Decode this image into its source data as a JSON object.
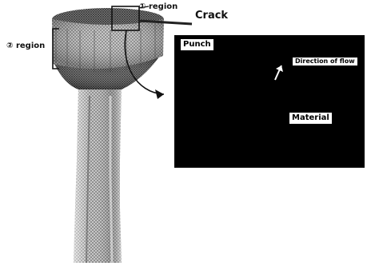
{
  "labels": {
    "region1": "① region",
    "region2": "② region",
    "crack": "Crack",
    "punch": "Punch",
    "direction_of_flow": "Direction of flow",
    "material": "Material"
  },
  "colors": {
    "inset_background": "#000000",
    "mesh_dark": "#3a3a3a",
    "mesh_light": "#a8a8a8",
    "label_background": "#ffffff",
    "crack_marker": "#222222"
  }
}
